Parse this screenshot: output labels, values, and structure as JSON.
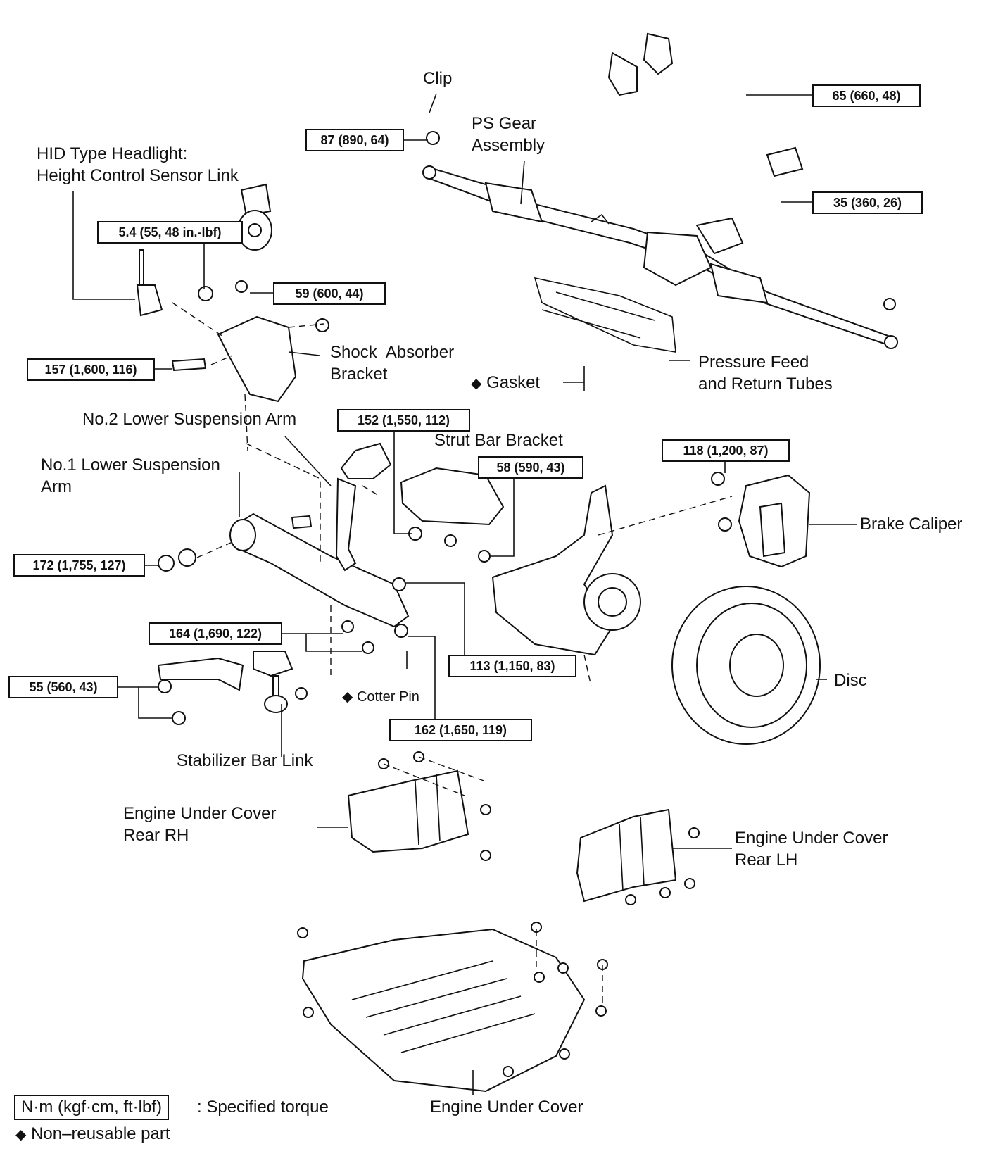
{
  "labels": {
    "clip": "Clip",
    "ps_gear_assembly": "PS Gear\nAssembly",
    "hid_headlight_link": "HID Type Headlight:\nHeight Control Sensor Link",
    "shock_absorber_bracket": "Shock  Absorber\nBracket",
    "gasket": "Gasket",
    "pressure_feed_return_tubes": "Pressure Feed\nand Return Tubes",
    "no2_lower_suspension_arm": "No.2 Lower Suspension Arm",
    "strut_bar_bracket": "Strut Bar Bracket",
    "no1_lower_suspension_arm": "No.1 Lower Suspension\nArm",
    "brake_caliper": "Brake Caliper",
    "cotter_pin": "Cotter Pin",
    "disc": "Disc",
    "stabilizer_bar_link": "Stabilizer Bar Link",
    "engine_under_cover_rear_rh": "Engine Under Cover\nRear RH",
    "engine_under_cover_rear_lh": "Engine Under Cover\nRear LH",
    "engine_under_cover": "Engine Under Cover"
  },
  "torques": {
    "t65": "65 (660, 48)",
    "t87": "87 (890, 64)",
    "t35": "35 (360, 26)",
    "t5_4": "5.4 (55, 48 in.-lbf)",
    "t59": "59 (600, 44)",
    "t157": "157 (1,600, 116)",
    "t152": "152 (1,550, 112)",
    "t58": "58 (590, 43)",
    "t118": "118 (1,200, 87)",
    "t172": "172 (1,755, 127)",
    "t164": "164 (1,690, 122)",
    "t113": "113 (1,150, 83)",
    "t55": "55 (560, 43)",
    "t162": "162 (1,650, 119)"
  },
  "legend": {
    "unit_box": "N·m (kgf·cm, ft·lbf)",
    "unit_text": ": Specified torque",
    "non_reusable": "Non–reusable part",
    "diamond": "◆"
  }
}
